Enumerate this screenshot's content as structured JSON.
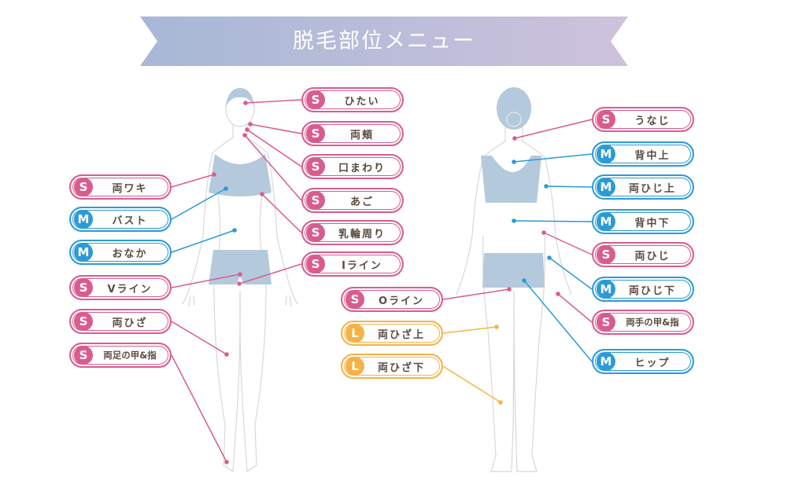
{
  "title": "脱毛部位メニュー",
  "colors": {
    "S": "#d95c8f",
    "M": "#2c9ad7",
    "L": "#f5b247",
    "text": "#5b4a40",
    "body_fill": "#b4cadc",
    "banner_start": "#a6b8d6",
    "banner_end": "#cec2dc"
  },
  "front": [
    {
      "size": "S",
      "label": "ひたい"
    },
    {
      "size": "S",
      "label": "両頬"
    },
    {
      "size": "S",
      "label": "口まわり"
    },
    {
      "size": "S",
      "label": "あご"
    },
    {
      "size": "S",
      "label": "乳輪周り"
    },
    {
      "size": "S",
      "label": "Iライン"
    },
    {
      "size": "S",
      "label": "両ワキ"
    },
    {
      "size": "M",
      "label": "バスト"
    },
    {
      "size": "M",
      "label": "おなか"
    },
    {
      "size": "S",
      "label": "Vライン"
    },
    {
      "size": "S",
      "label": "両ひざ"
    },
    {
      "size": "S",
      "label": "両足の甲&指"
    }
  ],
  "back": [
    {
      "size": "S",
      "label": "うなじ"
    },
    {
      "size": "M",
      "label": "背中上"
    },
    {
      "size": "M",
      "label": "両ひじ上"
    },
    {
      "size": "M",
      "label": "背中下"
    },
    {
      "size": "S",
      "label": "両ひじ"
    },
    {
      "size": "M",
      "label": "両ひじ下"
    },
    {
      "size": "S",
      "label": "両手の甲&指"
    },
    {
      "size": "M",
      "label": "ヒップ"
    },
    {
      "size": "S",
      "label": "Oライン"
    },
    {
      "size": "L",
      "label": "両ひざ上"
    },
    {
      "size": "L",
      "label": "両ひざ下"
    }
  ]
}
